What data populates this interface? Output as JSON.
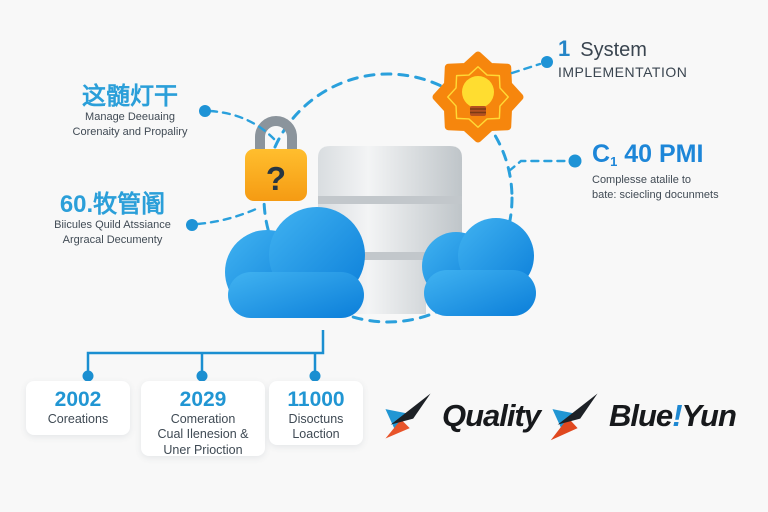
{
  "canvas": {
    "background": "#f8f8f8",
    "accent_blue": "#2196d3",
    "dark_text": "#3e4953"
  },
  "callouts": {
    "manage": {
      "title": "这髄灯干",
      "line1": "Manage Deeuaing",
      "line2": "Corenaity and Propaliry"
    },
    "assurance": {
      "title": "60.牧管阍",
      "line1": "Biicules Quild Atssiance",
      "line2": "Argracal Decumenty"
    },
    "system": {
      "number": "1",
      "title": "System",
      "subtitle": "IMPLEMENTATION"
    },
    "pmi": {
      "big_c": "C",
      "sub": "1",
      "rest": " 40 PMI",
      "line1": "Complesse atalile to",
      "line2": "bate: sciecling docunmets"
    }
  },
  "stats": [
    {
      "value": "2002",
      "line1": "Coreations"
    },
    {
      "value": "2029",
      "line1": "Comeration",
      "line2": "Cual Ilenesion &",
      "line3": "Uner Prioction"
    },
    {
      "value": "11000",
      "line1": "Disoctuns",
      "line2": "Loaction"
    }
  ],
  "logos": {
    "quality": {
      "text": "Quality"
    },
    "blueyun": {
      "pre": "Blue",
      "bang": "!",
      "post": "Yun"
    }
  },
  "illustration": {
    "padlock_glyph": "?",
    "colors": {
      "line_blue": "#2aa0dc",
      "solid_line_blue": "#1b8fd1",
      "dot_blue": "#1e93d6",
      "cloud_light": "#41b3f1",
      "cloud_dark": "#0b7ed9",
      "badge_orange": "#f6860d",
      "badge_inner_outline": "#ffd935",
      "bulb_yellow": "#ffdd30",
      "bulb_base": "#b5511f",
      "lock_body": "#fbaa1f",
      "lock_shackle": "#8b949c",
      "lock_glyph": "#273642",
      "db_band": "#c2c7cb"
    }
  }
}
